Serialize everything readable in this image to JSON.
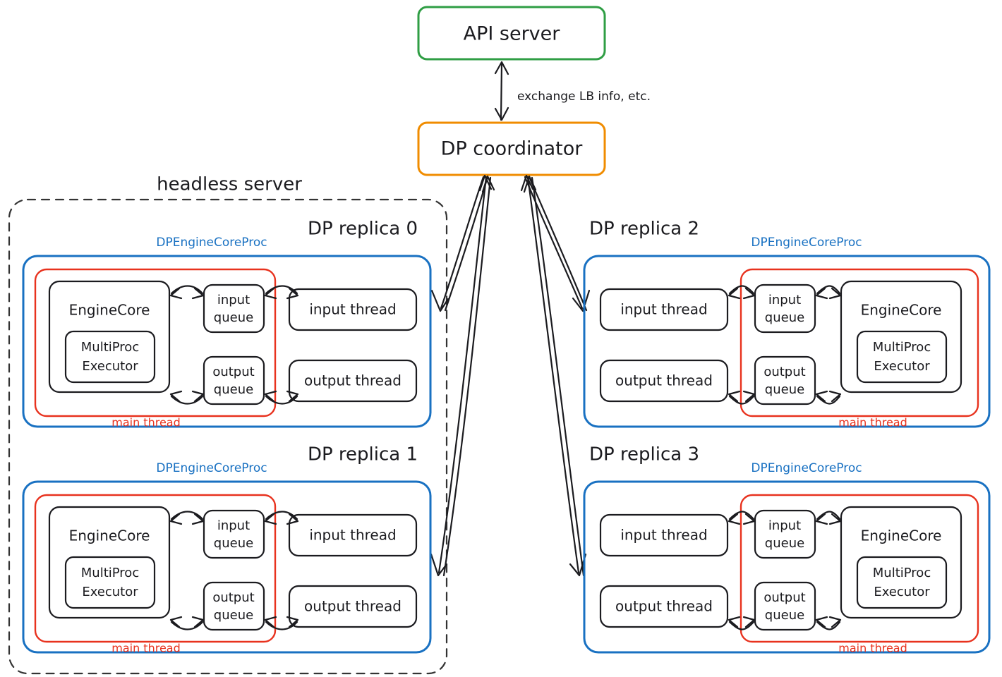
{
  "diagram": {
    "title_nodes": {
      "api_server": "API server",
      "dp_coordinator": "DP coordinator"
    },
    "edge_labels": {
      "coordinator_api": "exchange LB info, etc."
    },
    "group_labels": {
      "headless_server": "headless server"
    },
    "colors": {
      "api_server_border": "#2f9e44",
      "coordinator_border": "#f08c00",
      "process_border": "#1971c2",
      "main_thread_border": "#e8321e",
      "node_border": "#1b1b1f",
      "headless_border": "#333333",
      "background": "#ffffff"
    },
    "node_labels": {
      "engine_core": "EngineCore",
      "multiproc_executor": "MultiProc\nExecutor",
      "multiproc_executor_line1": "MultiProc",
      "multiproc_executor_line2": "Executor",
      "input_queue_line1": "input",
      "input_queue_line2": "queue",
      "output_queue_line1": "output",
      "output_queue_line2": "queue",
      "input_thread": "input thread",
      "output_thread": "output thread",
      "process_label": "DPEngineCoreProc",
      "main_thread_label": "main thread"
    },
    "replicas": [
      {
        "id": 0,
        "title": "DP replica 0",
        "orientation": "left",
        "inside_headless": true
      },
      {
        "id": 1,
        "title": "DP replica 1",
        "orientation": "left",
        "inside_headless": true
      },
      {
        "id": 2,
        "title": "DP replica 2",
        "orientation": "right",
        "inside_headless": false
      },
      {
        "id": 3,
        "title": "DP replica 3",
        "orientation": "right",
        "inside_headless": false
      }
    ]
  }
}
